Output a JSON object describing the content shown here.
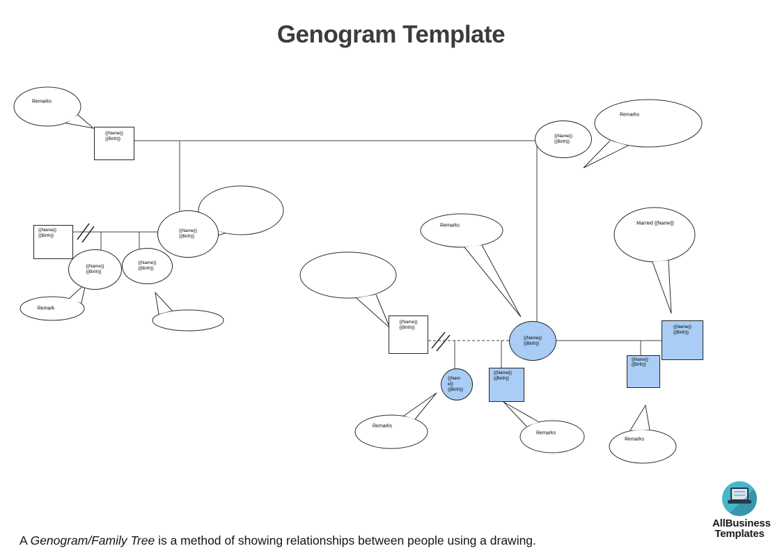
{
  "title": "Genogram Template",
  "person": {
    "name": "{{Name}}",
    "birth": "{{Birth}}"
  },
  "bubbles": {
    "remarks_top_left": "Remarks",
    "remarks_top_right": "Remarks",
    "remark_left": "Remark",
    "remarks_middle": "Remarks",
    "married": "Married {{Name}}",
    "remarks_bottom_left": "Remarks",
    "remarks_bottom_center": "Remarks",
    "remarks_bottom_right": "Remarks"
  },
  "caption": {
    "prefix": "A ",
    "italic": "Genogram/Family Tree",
    "suffix": " is a method of showing relationships between people using a drawing."
  },
  "logo": {
    "line1": "AllBusiness",
    "line2": "Templates"
  },
  "colors": {
    "node_fill_blue": "#A9CDF5",
    "node_stroke": "#222222",
    "connector": "#3f3f3f",
    "logo_teal": "#48B6CC",
    "title_color": "#3c3c3c"
  }
}
